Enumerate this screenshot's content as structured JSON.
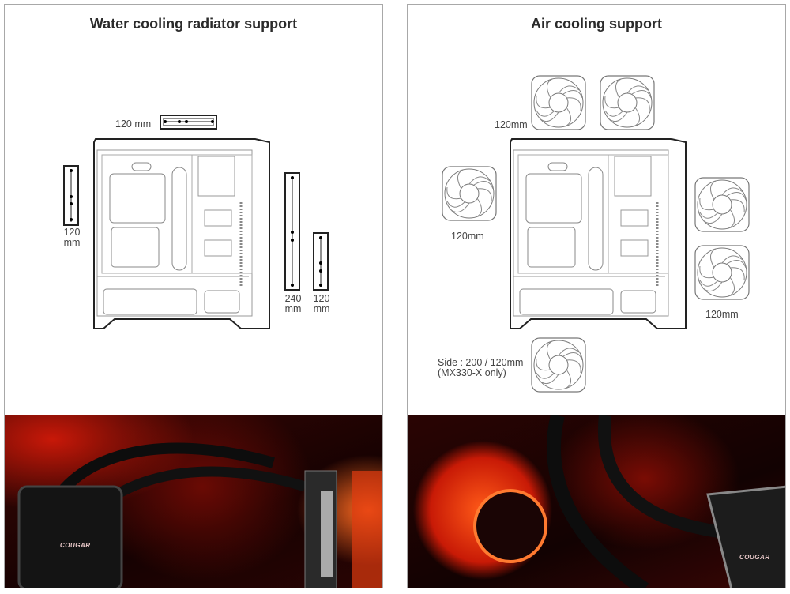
{
  "water": {
    "title": "Water cooling radiator support",
    "top_label": "120 mm",
    "front_label": [
      "120",
      "mm"
    ],
    "rear_a_label": [
      "240",
      "mm"
    ],
    "rear_b_label": [
      "120",
      "mm"
    ],
    "photo_logo": "COUGAR"
  },
  "air": {
    "title": "Air cooling support",
    "top_label": "120mm",
    "front_label": "120mm",
    "rear_label": "120mm",
    "side_label": [
      "Side : 200 / 120mm",
      "(MX330-X only)"
    ],
    "photo_logo": "COUGAR"
  },
  "colors": {
    "line": "#333333",
    "glow": "#ff3a10",
    "dark": "#120404"
  }
}
